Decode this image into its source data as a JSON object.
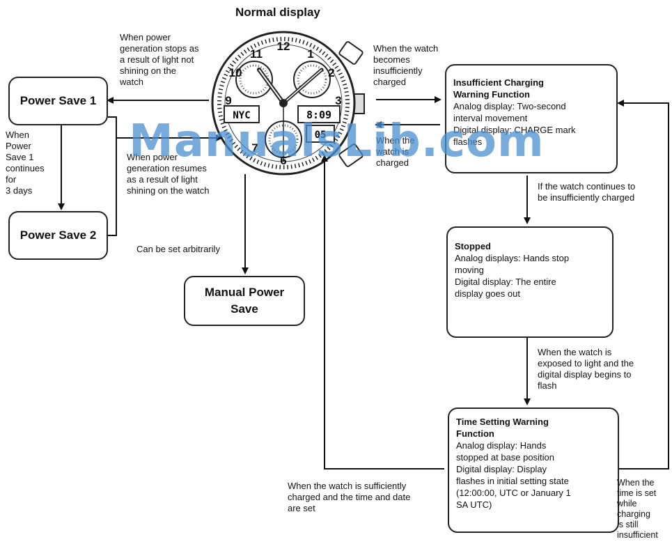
{
  "diagram": {
    "title": "Normal display",
    "watermark": "ManualsLib.com",
    "watch": {
      "numerals": [
        "12",
        "11",
        "10",
        "9",
        "7",
        "6",
        "3",
        "1",
        "2"
      ],
      "city_display": "NYC",
      "time_display": "8:09",
      "seconds_display": "05"
    },
    "nodes": {
      "power_save_1": "Power Save 1",
      "power_save_2": "Power Save 2",
      "manual_power_save": [
        "Manual Power",
        "Save"
      ],
      "insufficient": {
        "title": [
          "Insufficient Charging",
          "Warning Function"
        ],
        "lines": [
          "Analog display: Two-second",
          "interval movement",
          "Digital display: CHARGE mark",
          "flashes"
        ]
      },
      "stopped": {
        "title": [
          "Stopped"
        ],
        "lines": [
          "Analog displays: Hands stop",
          "moving",
          "Digital display: The entire",
          "display goes out"
        ]
      },
      "time_setting": {
        "title": [
          "Time Setting Warning",
          "Function"
        ],
        "lines": [
          "Analog display: Hands",
          "stopped at base position",
          "Digital display: Display",
          "flashes in initial setting state",
          "(12:00:00, UTC or January 1",
          "SA UTC)"
        ]
      }
    },
    "edge_labels": {
      "power_stops": [
        "When power",
        "generation stops as",
        "a result of light not",
        "shining on the",
        "watch"
      ],
      "continues_3_days": [
        "When",
        "Power",
        "Save 1",
        "continues",
        "for",
        "3 days"
      ],
      "power_resumes": [
        "When power",
        "generation resumes",
        "as a result of light",
        "shining on the watch"
      ],
      "arbitrary": [
        "Can be set arbitrarily"
      ],
      "becomes_insufficient": [
        "When the watch",
        "becomes",
        "insufficiently",
        "charged"
      ],
      "is_charged": [
        "When the",
        "watch is",
        "charged"
      ],
      "continues_insufficient": [
        "If the watch continues to",
        "be insufficiently charged"
      ],
      "exposed_to_light": [
        "When the watch is",
        "exposed to light and the",
        "digital display begins to",
        "flash"
      ],
      "sufficiently_charged": [
        "When the watch is sufficiently",
        "charged and the time and date",
        "are set"
      ],
      "time_set_insufficient": [
        "When the",
        "time is set",
        "while",
        "charging",
        "is still",
        "insufficient"
      ]
    }
  }
}
